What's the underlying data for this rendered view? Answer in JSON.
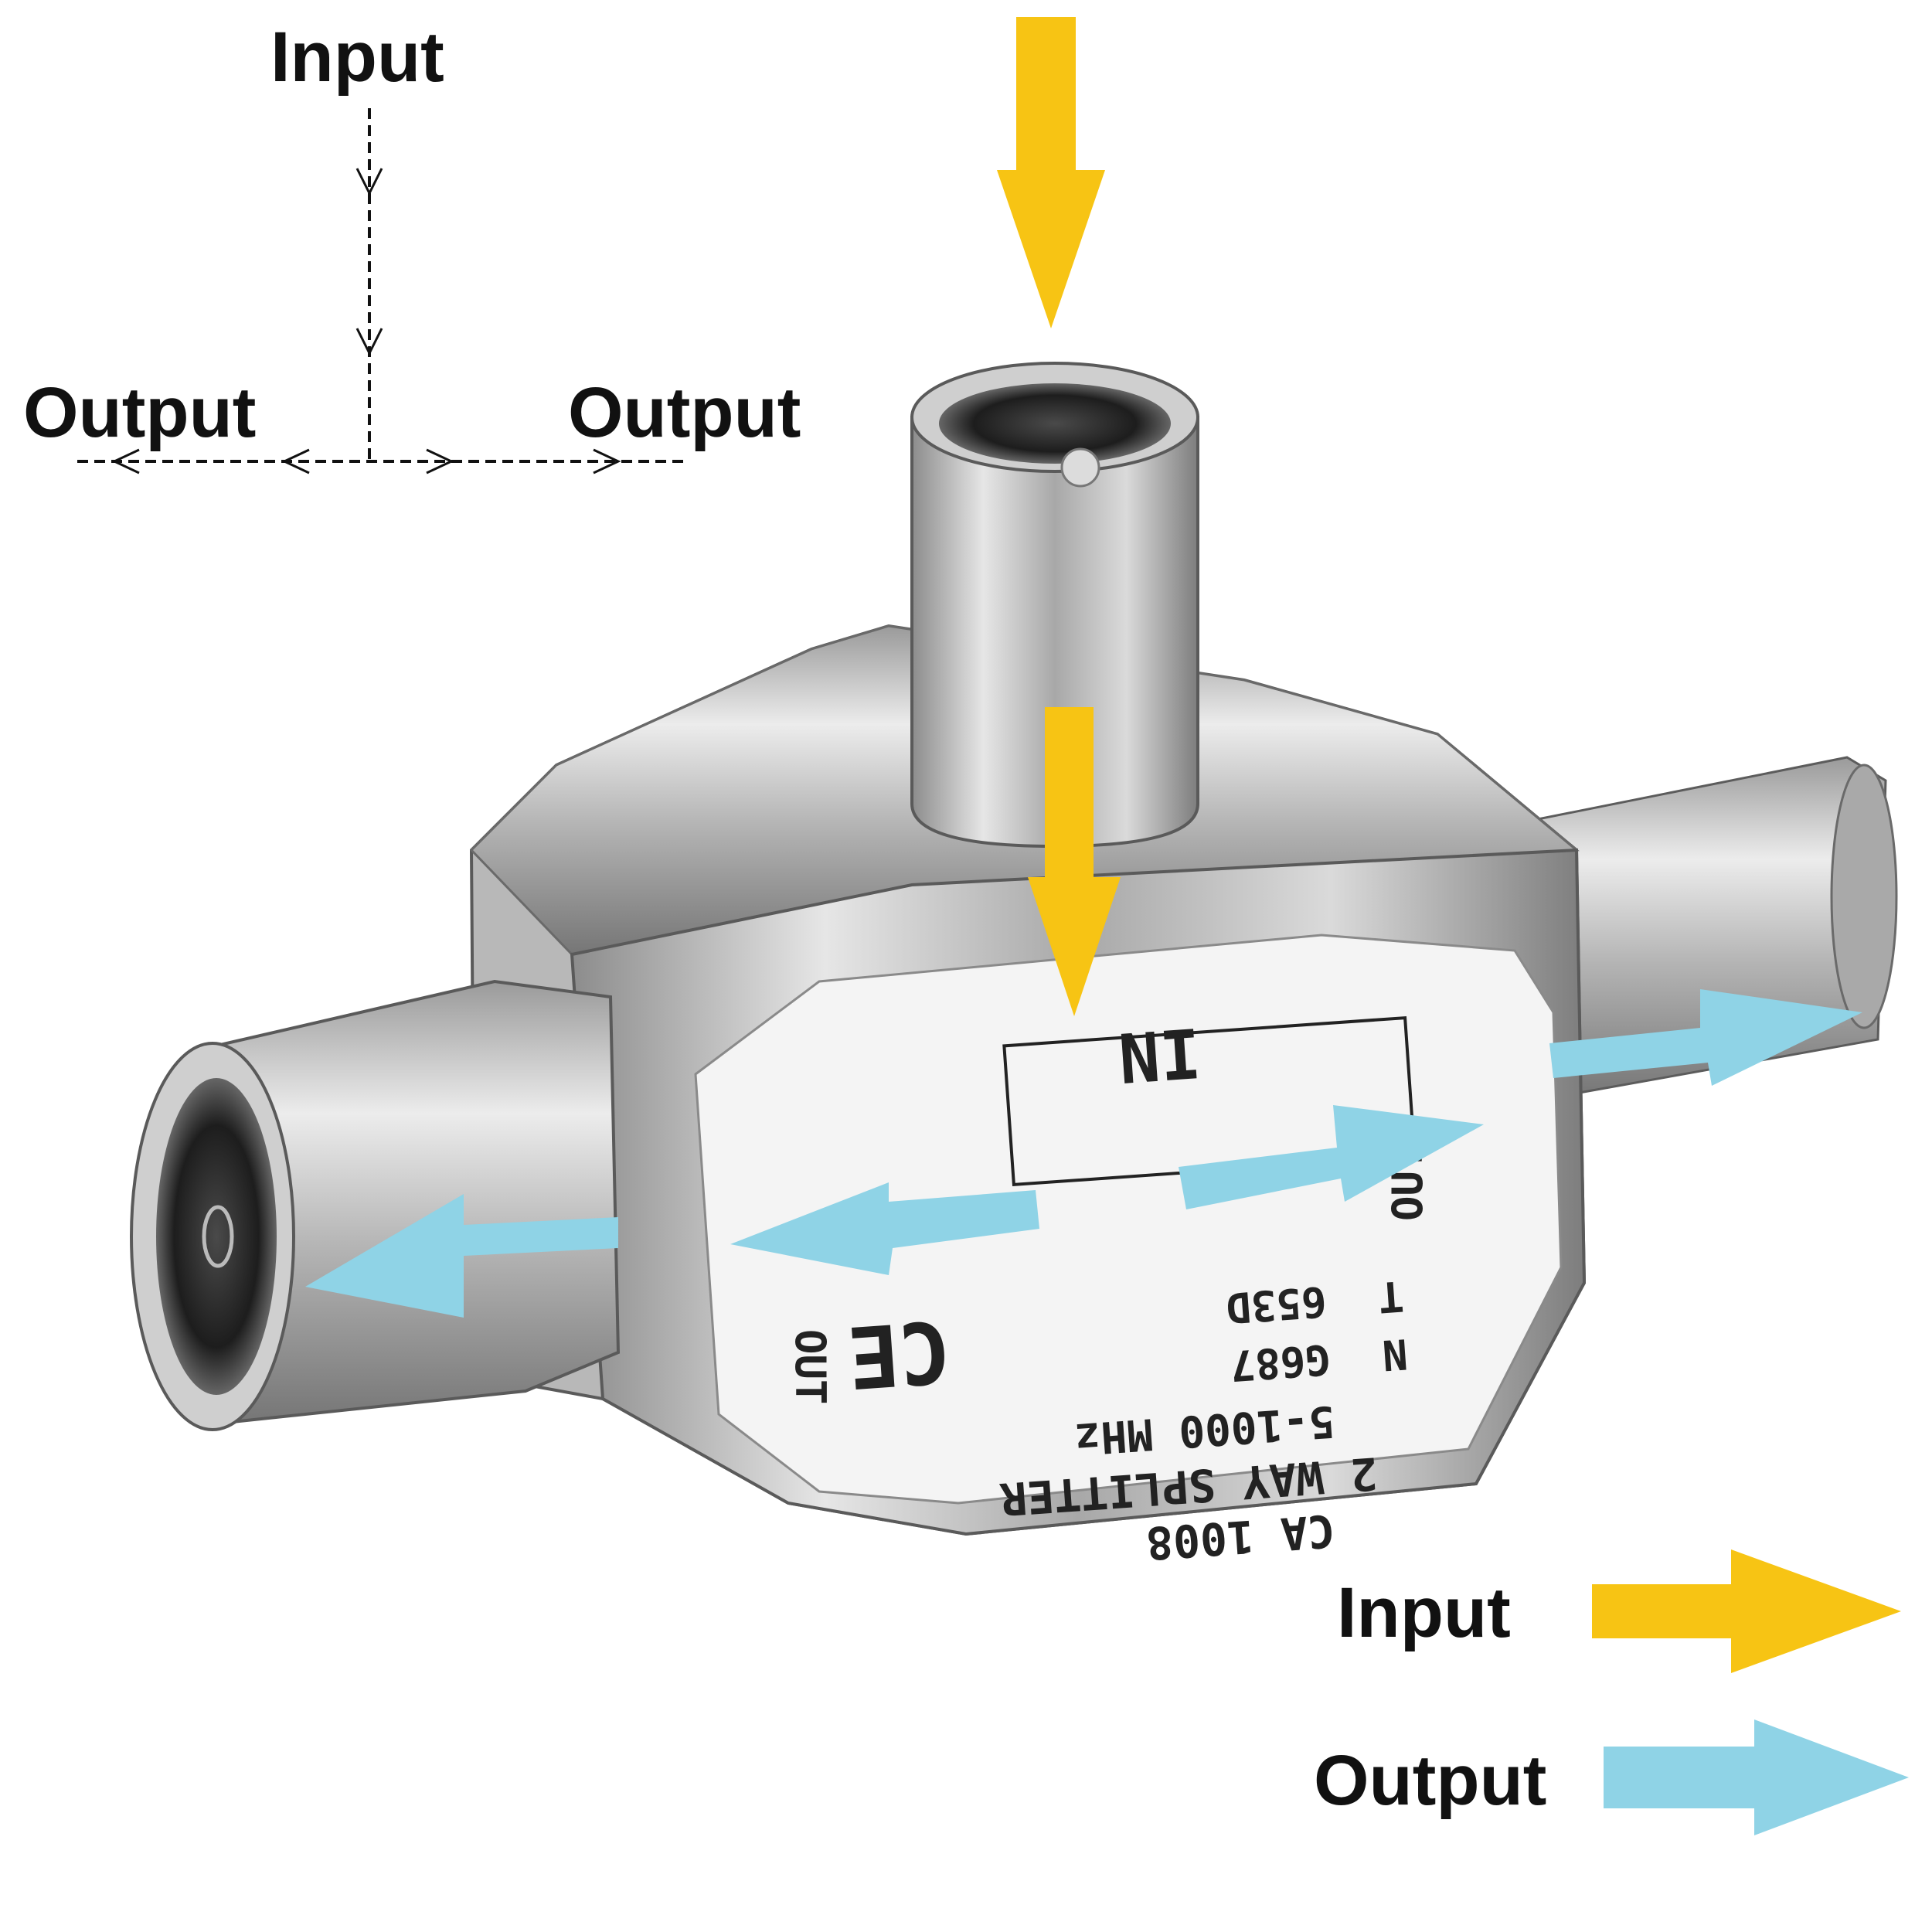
{
  "diagram": {
    "input_label": "Input",
    "output_left_label": "Output",
    "output_right_label": "Output"
  },
  "device": {
    "label_in": "IN",
    "label_out_left": "OUT",
    "label_out_right": "OUT",
    "model_line": "CA 1008",
    "type_line": "2 WAY SPLITTER",
    "freq_line": "5-1000 MHz",
    "ce_mark": "CE",
    "box_line1": "T",
    "box_line2": "N",
    "box_code1": "653D",
    "box_code2": "G687"
  },
  "legend": {
    "input_label": "Input",
    "output_label": "Output"
  },
  "colors": {
    "input_arrow": "#F7C414",
    "output_arrow": "#8FD3E6",
    "metal": "#C9C9C9",
    "label_bg": "#F4F4F4"
  }
}
